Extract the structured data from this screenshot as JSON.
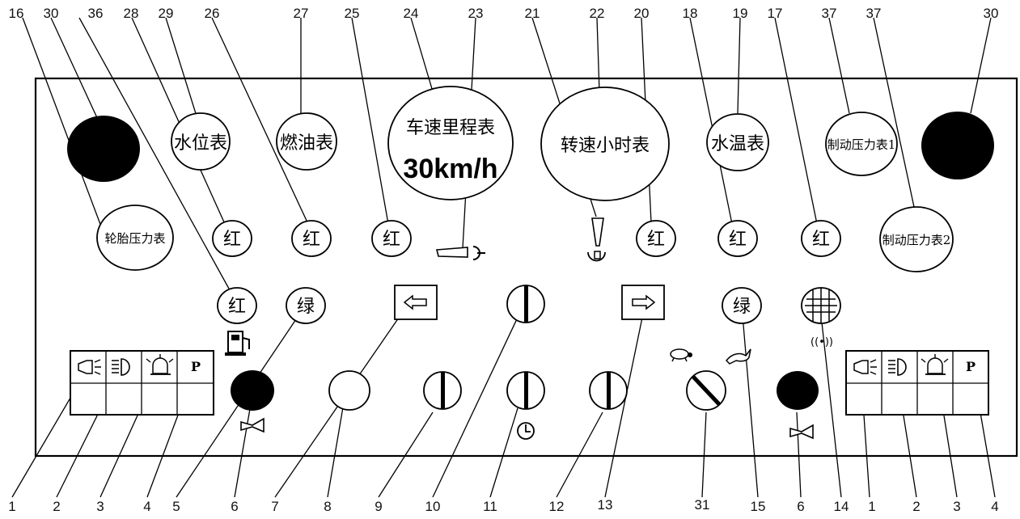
{
  "gauges": {
    "water_level": "水位表",
    "fuel": "燃油表",
    "speedometer": "车速里程表",
    "speed_value": "30km/h",
    "tachometer": "转速小时表",
    "water_temp": "水温表",
    "brake_pressure_1": "制动压力表1",
    "brake_pressure_2": "制动压力表2",
    "tire_pressure": "轮胎压力表"
  },
  "lamps": {
    "red": "红",
    "green": "绿"
  },
  "panel_icons": {
    "parking": "P",
    "left_box": [
      "horn-light-icon",
      "headlight-icon",
      "beacon-icon",
      "parking-icon"
    ],
    "right_box": [
      "horn-light-icon",
      "headlight-icon",
      "beacon-icon",
      "parking-icon"
    ]
  },
  "callouts_top": [
    "16",
    "30",
    "36",
    "28",
    "29",
    "26",
    "27",
    "25",
    "24",
    "23",
    "21",
    "22",
    "20",
    "18",
    "19",
    "17",
    "37",
    "37",
    "30"
  ],
  "callouts_bottom": [
    "1",
    "2",
    "3",
    "4",
    "5",
    "6",
    "7",
    "8",
    "9",
    "10",
    "11",
    "12",
    "13",
    "31",
    "15",
    "6",
    "14",
    "1",
    "2",
    "3",
    "4"
  ]
}
